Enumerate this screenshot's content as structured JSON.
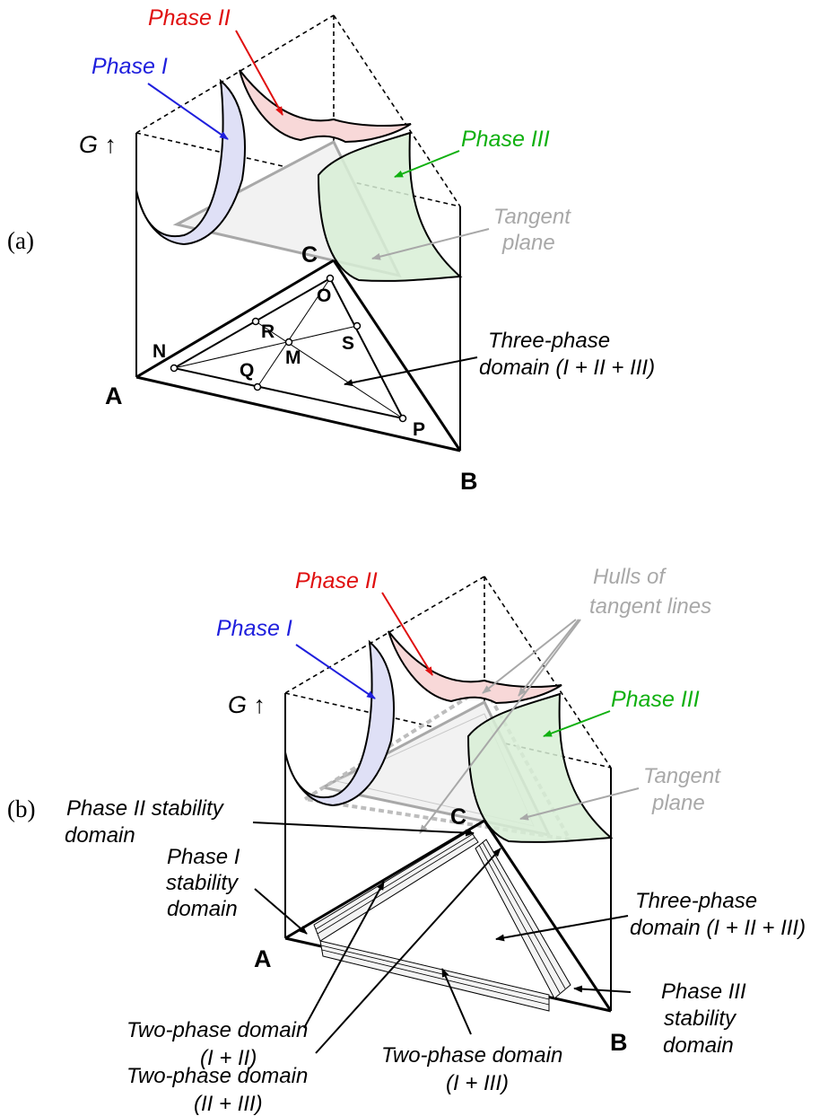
{
  "colors": {
    "phase1": "#1f1fdd",
    "phase2": "#e01010",
    "phase3": "#10b010",
    "tangent": "#a8a8a8",
    "phase1_fill": "#dfe0f6",
    "phase2_fill": "#f8d8d8",
    "phase3_fill": "#d8efd6"
  },
  "panel_a": {
    "tag": "(a)",
    "g_axis": "G ↑",
    "phase1": "Phase I",
    "phase2": "Phase II",
    "phase3": "Phase III",
    "tangent_line1": "Tangent",
    "tangent_line2": "plane",
    "vertex_a": "A",
    "vertex_b": "B",
    "vertex_c": "C",
    "pt_n": "N",
    "pt_o": "O",
    "pt_p": "P",
    "pt_q": "Q",
    "pt_r": "R",
    "pt_s": "S",
    "pt_m": "M",
    "three_phase_line1": "Three-phase",
    "three_phase_line2": "domain (I + II + III)"
  },
  "panel_b": {
    "tag": "(b)",
    "g_axis": "G ↑",
    "phase1": "Phase I",
    "phase2": "Phase II",
    "phase3": "Phase III",
    "hulls_line1": "Hulls of",
    "hulls_line2": "tangent lines",
    "tangent_line1": "Tangent",
    "tangent_line2": "plane",
    "vertex_a": "A",
    "vertex_b": "B",
    "vertex_c": "C",
    "phase2_stab_line1": "Phase II stability",
    "phase2_stab_line2": "domain",
    "phase1_stab_line1": "Phase I",
    "phase1_stab_line2": "stability",
    "phase1_stab_line3": "domain",
    "three_phase_line1": "Three-phase",
    "three_phase_line2": "domain (I + II + III)",
    "phase3_stab_line1": "Phase III",
    "phase3_stab_line2": "stability",
    "phase3_stab_line3": "domain",
    "two_phase_12_line1": "Two-phase domain",
    "two_phase_12_line2": "(I + II)",
    "two_phase_23_line1": "Two-phase domain",
    "two_phase_23_line2": "(II + III)",
    "two_phase_13_line1": "Two-phase domain",
    "two_phase_13_line2": "(I + III)"
  }
}
